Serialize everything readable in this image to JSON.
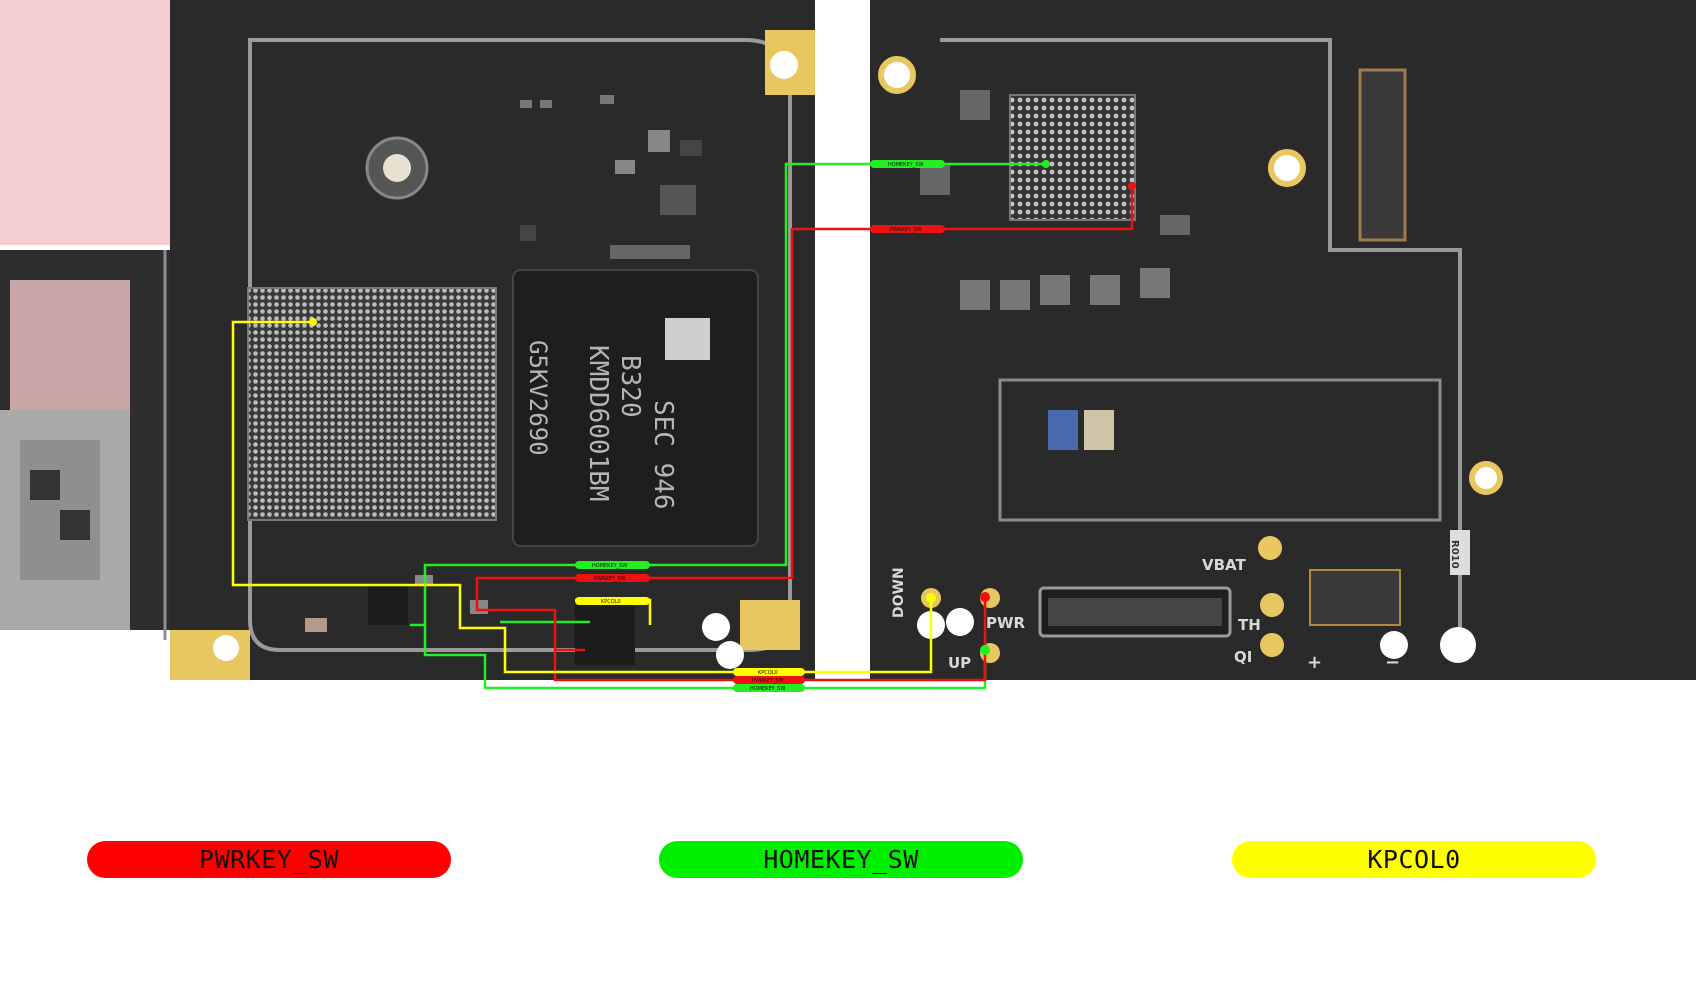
{
  "legend": {
    "pwrkey": {
      "label": "PWRKEY_SW",
      "color": "#ff0000"
    },
    "homekey": {
      "label": "HOMEKEY_SW",
      "color": "#00ee00"
    },
    "kpcol": {
      "label": "KPCOL0",
      "color": "#ffff00"
    }
  },
  "board_labels": {
    "down": "DOWN",
    "pwr": "PWR",
    "up": "UP",
    "vbat": "VBAT",
    "th": "TH",
    "qi": "QI",
    "plus": "+",
    "minus": "−",
    "r010": "R010"
  },
  "chip_marking": {
    "line1": "SEC 946",
    "line2": "B320",
    "line3": "KMDD6001BM",
    "line4": "G5KV2690"
  },
  "net_tags": {
    "homekey_top": "HOMEKEY_SW",
    "pwrkey_top": "PWRKEY_SW",
    "homekey_left": "HOMEKEY_SW",
    "pwrkey_left": "PWRKEY_SW",
    "kpcol_left": "KPCOL0",
    "kpcol_bottom": "KPCOL0",
    "pwrkey_bottom": "PWRKEY_SW",
    "homekey_bottom": "HOMEKEY_SW"
  }
}
